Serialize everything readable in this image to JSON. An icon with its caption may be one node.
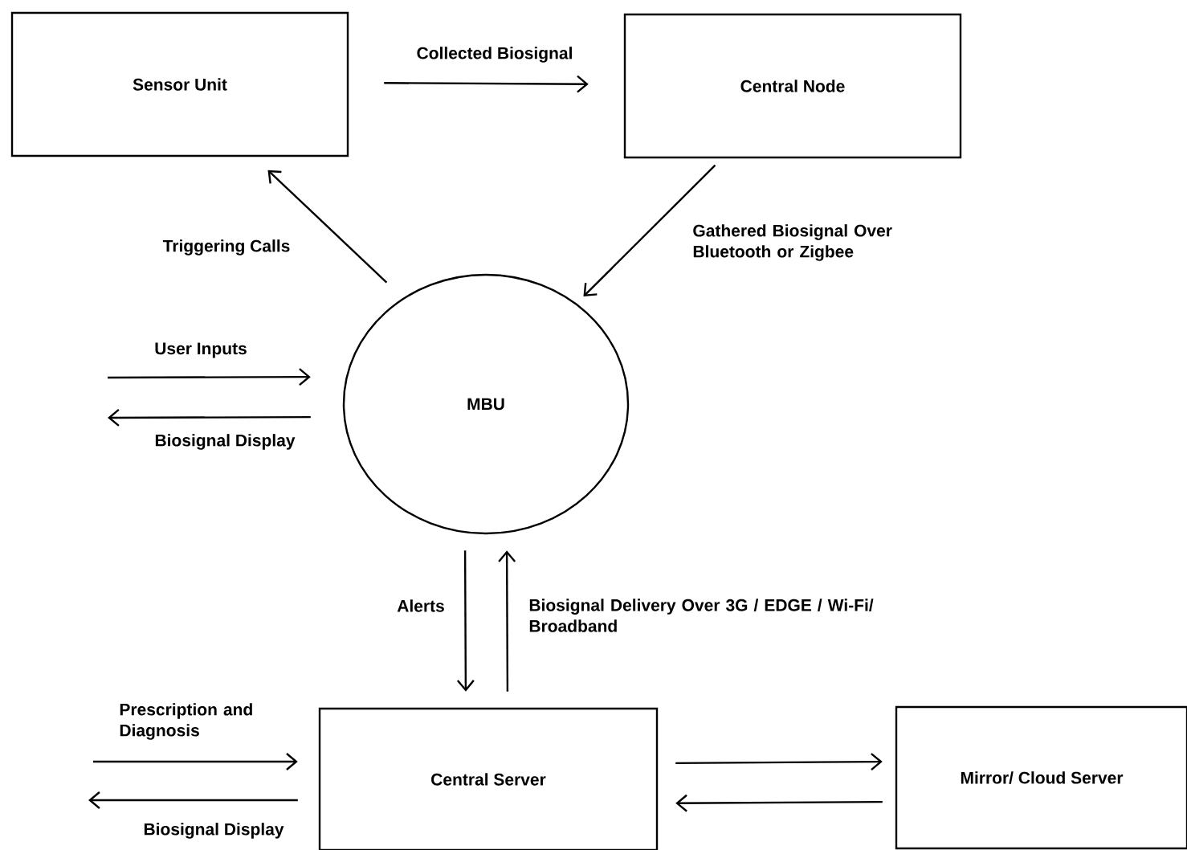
{
  "diagram": {
    "nodes": [
      {
        "text": [
          "Sensor Unit"
        ]
      },
      {
        "text": [
          "Central Node"
        ]
      },
      {
        "text": [
          "MBU"
        ]
      },
      {
        "text": [
          "Central Server"
        ]
      },
      {
        "text": [
          "Mirror/ Cloud Server"
        ]
      }
    ],
    "edges": [
      {
        "from": 0,
        "to": 1,
        "arrow": "to",
        "label": "Collected Biosignal"
      },
      {
        "from": 1,
        "to": 2,
        "arrow": "to",
        "label": "Gathered Biosignal Over Bluetooth or Zigbee"
      },
      {
        "from": 2,
        "to": 0,
        "arrow": "to",
        "label": "Triggering Calls"
      },
      {
        "from": null,
        "to": 2,
        "arrow": "to",
        "label": "User Inputs"
      },
      {
        "from": 2,
        "to": null,
        "arrow": "to",
        "label": "Biosignal Display"
      },
      {
        "from": 2,
        "to": 3,
        "arrow": "to",
        "label": "Alerts"
      },
      {
        "from": 3,
        "to": 2,
        "arrow": "to",
        "label": "Biosignal Delivery Over 3G / EDGE / Wi-Fi/ Broadband"
      },
      {
        "from": null,
        "to": 3,
        "arrow": "to",
        "label": "Prescription and Diagnosis"
      },
      {
        "from": 3,
        "to": null,
        "arrow": "to",
        "label": "Biosignal Display"
      },
      {
        "from": 3,
        "to": 4,
        "arrow": "to"
      },
      {
        "from": 4,
        "to": 3,
        "arrow": "to"
      }
    ]
  }
}
